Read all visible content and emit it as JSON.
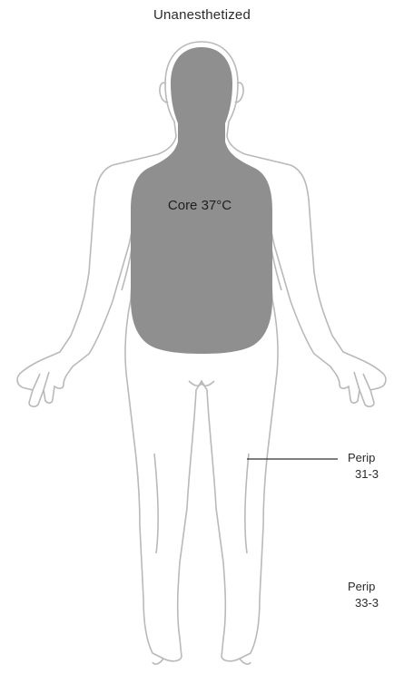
{
  "title": "Unanesthetized",
  "core": {
    "label": "Core 37°C"
  },
  "callouts": [
    {
      "line1": "Perip",
      "line2": "31-3"
    },
    {
      "line1": "Perip",
      "line2": "33-3"
    }
  ],
  "colors": {
    "outline": "#b9b9b9",
    "core_fill": "#8f8f8f",
    "text": "#2a2a2a",
    "leader": "#333333"
  }
}
